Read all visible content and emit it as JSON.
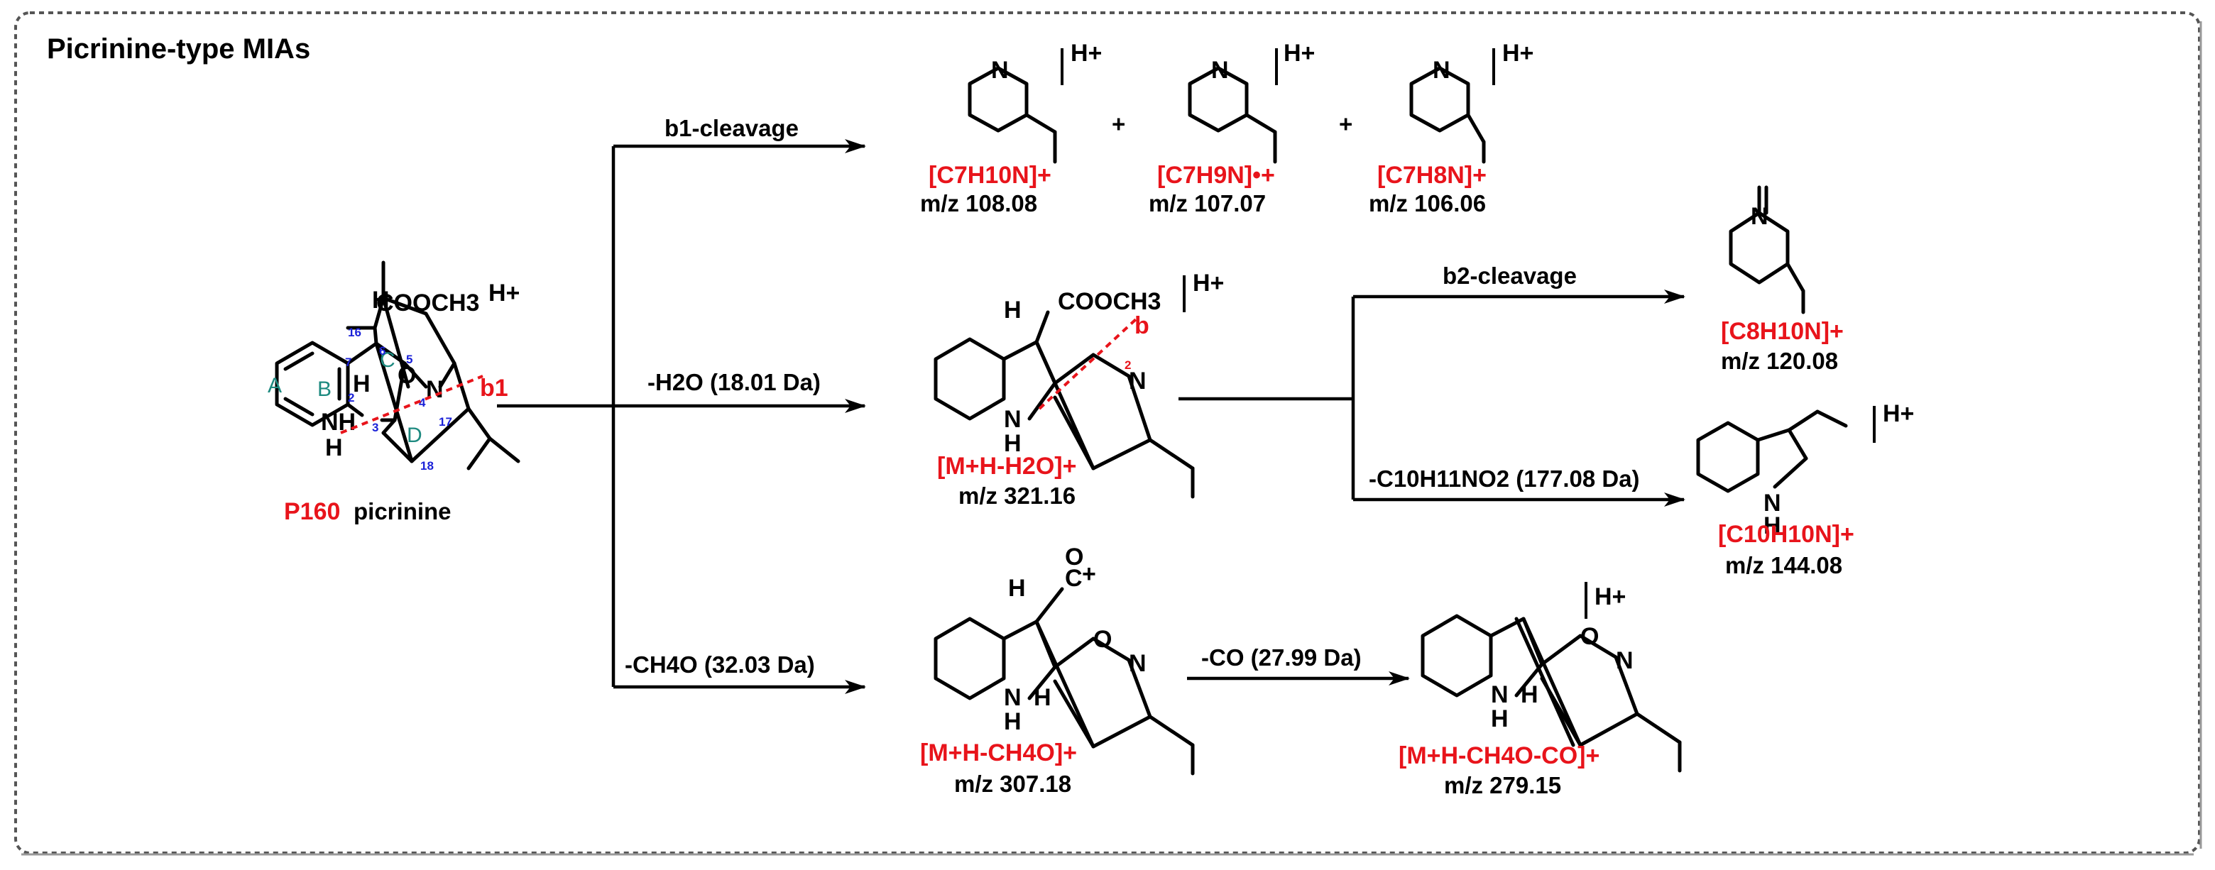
{
  "title": "Picrinine-type MIAs",
  "colors": {
    "highlight": "#e8141b",
    "numbering": "#1b22d8",
    "ring_label": "#1e8a80",
    "text": "#000000",
    "frame": "#555555"
  },
  "precursor": {
    "id": "P160",
    "name": "picrinine",
    "ester": "COOCH3",
    "charge": "H+",
    "ring_labels": [
      "A",
      "B",
      "C",
      "D"
    ],
    "atom_numbers": [
      "16",
      "7",
      "6",
      "5",
      "2",
      "3",
      "4",
      "17",
      "18"
    ],
    "cleavage_label": "b1"
  },
  "pathways": [
    {
      "step": "b1-cleavage",
      "products": [
        {
          "formula": "[C7H10N]+",
          "mz": "m/z 108.08",
          "charge": "H+"
        },
        {
          "formula": "[C7H9N]•+",
          "mz": "m/z 107.07",
          "charge": "H+"
        },
        {
          "formula": "[C7H8N]+",
          "mz": "m/z 106.06",
          "charge": "H+"
        }
      ]
    },
    {
      "step": "-H2O (18.01 Da)",
      "product": {
        "formula": "[M+H-H2O]+",
        "mz": "m/z 321.16",
        "ester": "COOCH3",
        "charge": "H+",
        "cleavage_label": "b",
        "atom_number": "2"
      },
      "branches": [
        {
          "step": "b2-cleavage",
          "product": {
            "formula": "[C8H10N]+",
            "mz": "m/z 120.08"
          }
        },
        {
          "step": "-C10H11NO2 (177.08 Da)",
          "product": {
            "formula": "[C10H10N]+",
            "mz": "m/z 144.08",
            "charge": "H+"
          }
        }
      ]
    },
    {
      "step": "-CH4O (32.03 Da)",
      "product": {
        "formula": "[M+H-CH4O]+",
        "mz": "m/z 307.18"
      },
      "branches": [
        {
          "step": "-CO (27.99 Da)",
          "product": {
            "formula": "[M+H-CH4O-CO]+",
            "mz": "m/z 279.15",
            "charge": "H+"
          }
        }
      ]
    }
  ]
}
